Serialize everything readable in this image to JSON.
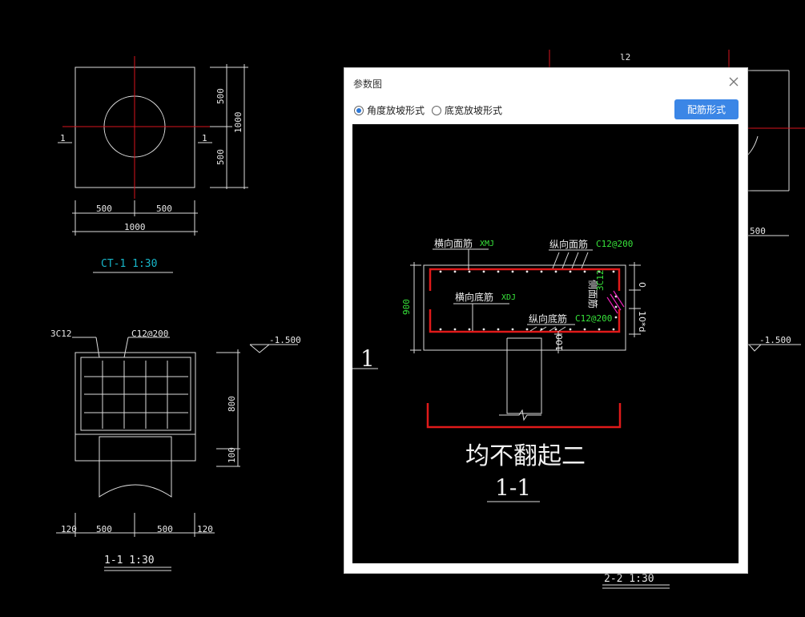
{
  "background_drawing": {
    "plan_dims": {
      "d500_top": "500",
      "d1000_side": "1000",
      "d500_bottom": "500",
      "d500_left": "500",
      "d500_right": "500",
      "d1000_total": "1000",
      "section_mark": "1"
    },
    "plan_title": "CT-1 1:30",
    "section_left": {
      "rebar_count": "3C12",
      "rebar_spacing": "C12@200",
      "elevation": "-1.500",
      "height_dim": "800",
      "dim_100": "100",
      "dims_bottom": [
        "120",
        "500",
        "500",
        "120"
      ],
      "title": "1-1 1:30"
    },
    "right_partial": {
      "top_label": "l2",
      "dim_500": "500",
      "elevation": "-1.500",
      "title": "2-2 1:30"
    }
  },
  "dialog": {
    "title": "参数图",
    "options": [
      {
        "label": "角度放坡形式",
        "checked": true
      },
      {
        "label": "底宽放坡形式",
        "checked": false
      }
    ],
    "button_label": "配筋形式",
    "diagram": {
      "section_mark": "1",
      "top_transverse": "横向面筋",
      "top_transverse_code": "XMJ",
      "top_longitudinal": "纵向面筋",
      "top_longitudinal_value": "C12@200",
      "bottom_transverse": "横向底筋",
      "bottom_transverse_code": "XDJ",
      "bottom_longitudinal": "纵向底筋",
      "bottom_longitudinal_value": "C12@200",
      "side_rebar": "侧面筋",
      "side_rebar_value": "3C12",
      "height": "900",
      "dim_0": "0",
      "dim_10d": "10*d",
      "dim_100": "100",
      "caption": "均不翻起二",
      "section_title": "1-1"
    }
  }
}
